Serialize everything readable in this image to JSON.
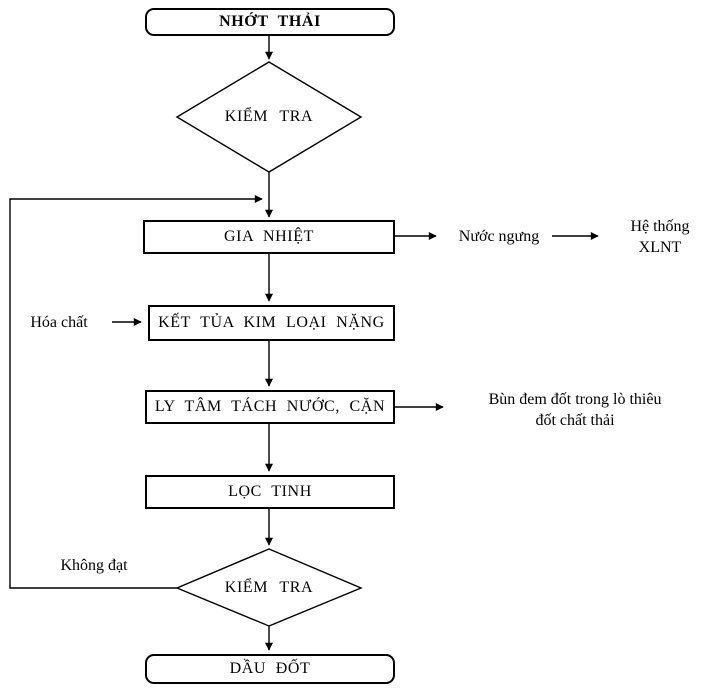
{
  "diagram": {
    "background_color": "#ffffff",
    "line_color": "#000000",
    "text_color": "#000000",
    "nodes": {
      "start": {
        "label": "NHỚT THẢI",
        "shape": "rounded-rect",
        "bold": true
      },
      "check1": {
        "label": "KIỂM TRA",
        "shape": "diamond"
      },
      "heat": {
        "label": "GIA NHIỆT",
        "shape": "rect"
      },
      "precipitate": {
        "label": "KẾT TỦA KIM LOẠI NẶNG",
        "shape": "rect"
      },
      "centrifuge": {
        "label": "LY TÂM TÁCH NƯỚC, CẶN",
        "shape": "rect"
      },
      "filter": {
        "label": "LỌC TINH",
        "shape": "rect"
      },
      "check2": {
        "label": "KIỂM TRA",
        "shape": "diamond"
      },
      "end": {
        "label": "DẦU ĐỐT",
        "shape": "rounded-rect"
      }
    },
    "labels": {
      "condensate": {
        "text": "Nước ngưng"
      },
      "xlnt_system": {
        "line1": "Hệ thống",
        "line2": "XLNT"
      },
      "chemical": {
        "text": "Hóa chất"
      },
      "sludge": {
        "line1": "Bùn đem đốt trong lò thiêu",
        "line2": "đốt chất thải"
      },
      "fail_branch": {
        "text": "Không đạt"
      }
    },
    "edges": [
      "start -> check1",
      "check1 -> heat",
      "heat -> condensate -> xlnt_system",
      "chemical -> precipitate",
      "heat -> precipitate",
      "precipitate -> centrifuge",
      "centrifuge -> sludge",
      "centrifuge -> filter",
      "filter -> check2",
      "check2 -> fail_branch -> heat",
      "check2 -> end"
    ]
  }
}
